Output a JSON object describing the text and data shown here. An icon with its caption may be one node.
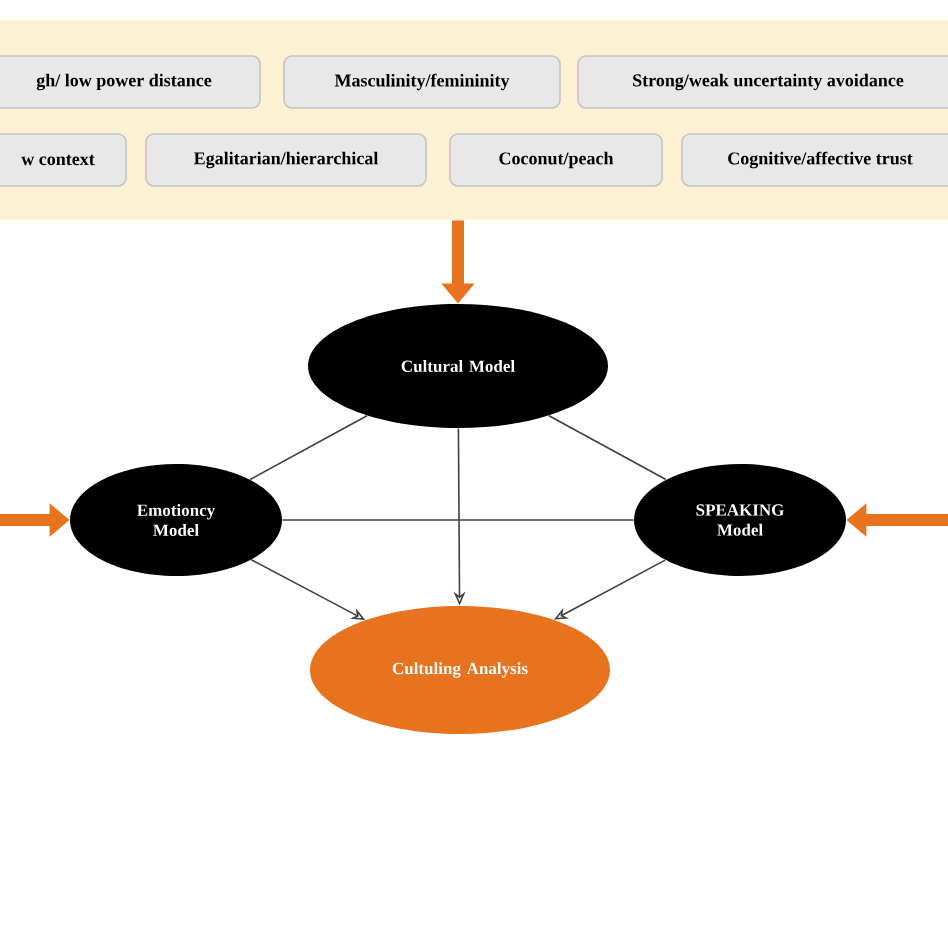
{
  "diagram": {
    "nodes": [
      {
        "text": [],
        "shape": "box"
      },
      {
        "text": [
          "gh/ low power distance"
        ],
        "in": 0
      },
      {
        "text": [
          "Masculinity/femininity"
        ],
        "in": 0
      },
      {
        "text": [
          "Strong/weak uncertainty avoidance"
        ],
        "in": 0
      },
      {
        "text": [
          "w context"
        ],
        "in": 0
      },
      {
        "text": [
          "Egalitarian/hierarchical"
        ],
        "in": 0
      },
      {
        "text": [
          "Coconut/peach"
        ],
        "in": 0
      },
      {
        "text": [
          "Cognitive/affective trust"
        ],
        "in": 0
      },
      {
        "text": [
          "Cultural Model"
        ]
      },
      {
        "text": [
          "Emotioncy Model"
        ]
      },
      {
        "text": [
          "SPEAKING Model"
        ]
      },
      {
        "text": [
          "Cultuling Analysis"
        ]
      }
    ],
    "edges": [
      {
        "from": 0,
        "to": 8,
        "arrow": "to",
        "style": "thick",
        "color": "#e8731e"
      },
      {
        "from": null,
        "to": 9,
        "arrow": "to",
        "style": "thick",
        "color": "#e8731e"
      },
      {
        "from": null,
        "to": 10,
        "arrow": "to",
        "style": "thick",
        "color": "#e8731e"
      },
      {
        "from": 8,
        "to": 9,
        "arrow": "none"
      },
      {
        "from": 8,
        "to": 10,
        "arrow": "none"
      },
      {
        "from": 8,
        "to": 11,
        "arrow": "to"
      },
      {
        "from": 9,
        "to": 10,
        "arrow": "none"
      },
      {
        "from": 9,
        "to": 11,
        "arrow": "to"
      },
      {
        "from": 10,
        "to": 11,
        "arrow": "to"
      }
    ]
  }
}
